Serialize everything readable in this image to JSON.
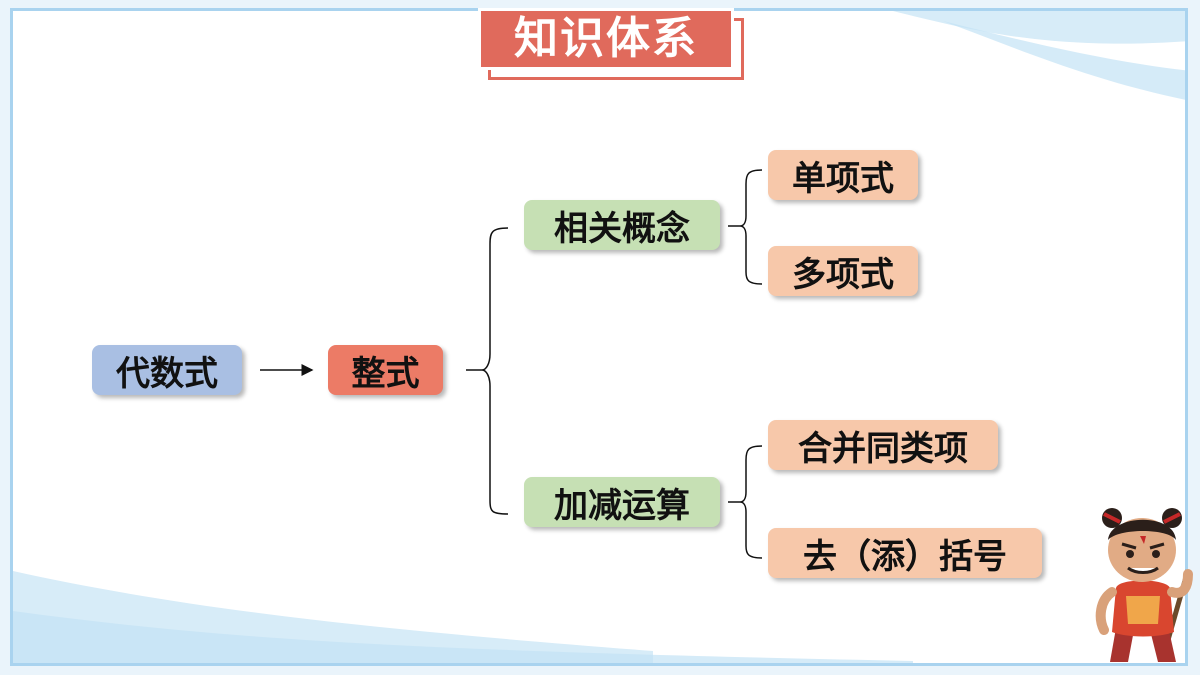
{
  "title": "知识体系",
  "diagram": {
    "root": "代数式",
    "main": "整式",
    "branches": [
      {
        "label": "相关概念",
        "children": [
          "单项式",
          "多项式"
        ]
      },
      {
        "label": "加减运算",
        "children": [
          "合并同类项",
          "去（添）括号"
        ]
      }
    ]
  },
  "colors": {
    "title_bg": "#e06a5c",
    "root_bg": "#a9bfe3",
    "main_bg": "#ec7b66",
    "branch_bg": "#c6e0b4",
    "leaf_bg": "#f7c8aa",
    "frame": "#a9d3ef"
  },
  "decoration": {
    "mascot": "cartoon-character-icon"
  }
}
